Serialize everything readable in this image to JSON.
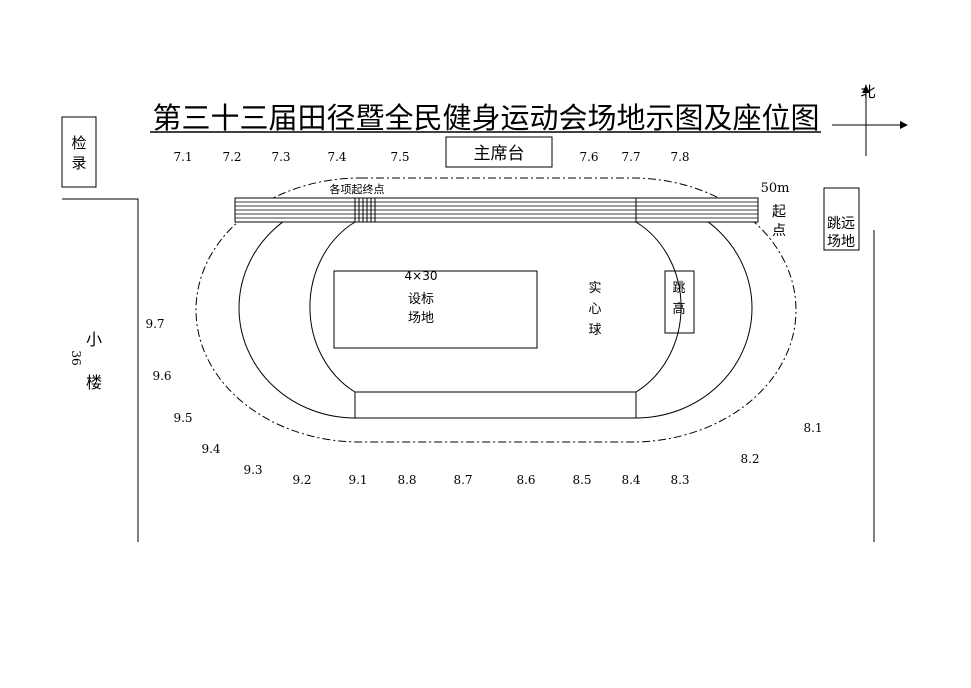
{
  "title": "第三十三届田径暨全民健身运动会场地示图及座位图",
  "north_label": "北",
  "rostrum_label": "主席台",
  "checkin_label": [
    "检",
    "录"
  ],
  "small_building": {
    "chars": [
      "小",
      "楼"
    ],
    "number": "36"
  },
  "long_jump_label": [
    "跳远",
    "场地"
  ],
  "start_finish_label": "各项起终点",
  "start_50m": {
    "distance": "50m",
    "chars": [
      "起",
      "点"
    ]
  },
  "field_4x30": {
    "line1": "4×30",
    "line2": "设标",
    "line3": "场地"
  },
  "shot_put_label": [
    "实",
    "心",
    "球"
  ],
  "high_jump_label": [
    "跳",
    "高"
  ],
  "seats_top": [
    "7.1",
    "7.2",
    "7.3",
    "7.4",
    "7.5",
    "7.6",
    "7.7",
    "7.8"
  ],
  "seats_left": [
    "9.7",
    "9.6",
    "9.5",
    "9.4",
    "9.3"
  ],
  "seats_bottom": [
    "9.2",
    "9.1",
    "8.8",
    "8.7",
    "8.6",
    "8.5",
    "8.4",
    "8.3"
  ],
  "seats_right": [
    "8.2",
    "8.1"
  ]
}
